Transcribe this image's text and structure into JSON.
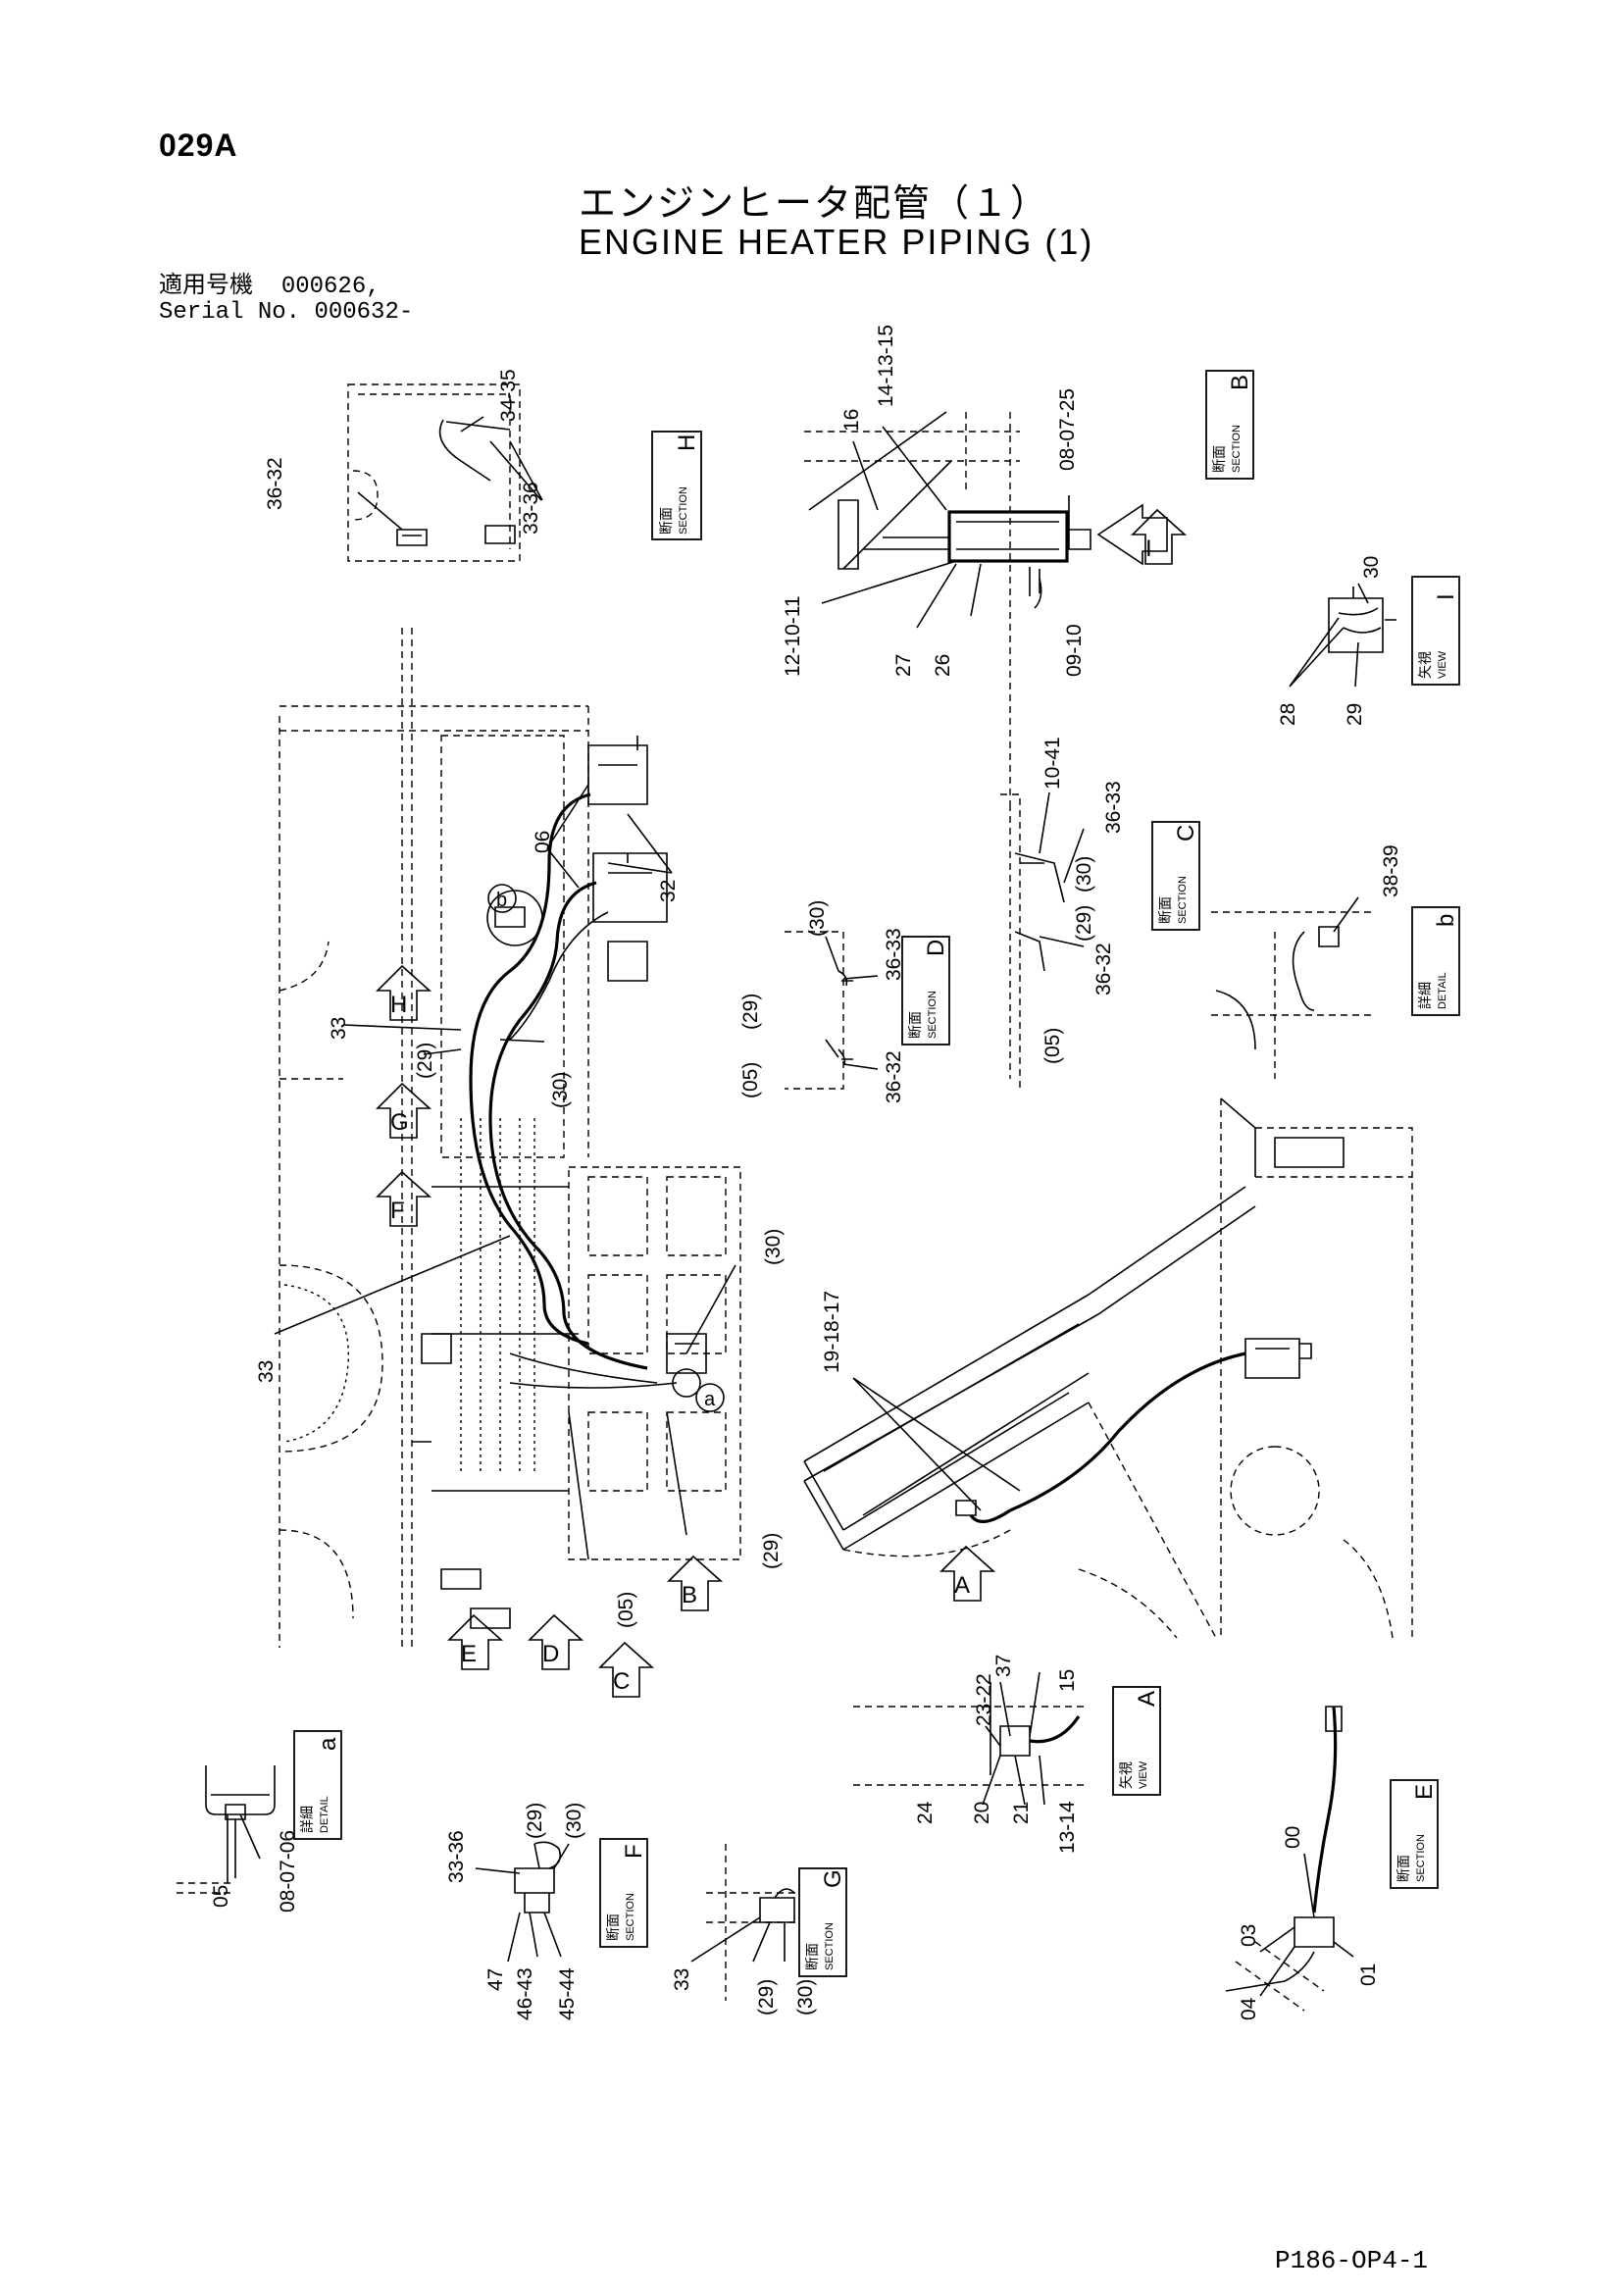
{
  "page_id": "029A",
  "title_jp": "エンジンヒータ配管（１）",
  "title_en": "ENGINE HEATER PIPING (1)",
  "serial": {
    "label_jp": "適用号機",
    "value_jp": "000626,",
    "label_en": "Serial No.",
    "value_en": "000632-"
  },
  "drawing_no": "P186-OP4-1",
  "boxes": {
    "H": {
      "jp": "断面",
      "en": "SECTION",
      "letter": "H"
    },
    "B": {
      "jp": "断面",
      "en": "SECTION",
      "letter": "B"
    },
    "I": {
      "jp": "矢視",
      "en": "VIEW",
      "letter": "I"
    },
    "C": {
      "jp": "断面",
      "en": "SECTION",
      "letter": "C"
    },
    "D": {
      "jp": "断面",
      "en": "SECTION",
      "letter": "D"
    },
    "b": {
      "jp": "詳細",
      "en": "DETAIL",
      "letter": "b"
    },
    "A": {
      "jp": "矢視",
      "en": "VIEW",
      "letter": "A"
    },
    "a": {
      "jp": "詳細",
      "en": "DETAIL",
      "letter": "a"
    },
    "F": {
      "jp": "断面",
      "en": "SECTION",
      "letter": "F"
    },
    "G": {
      "jp": "断面",
      "en": "SECTION",
      "letter": "G"
    },
    "E": {
      "jp": "断面",
      "en": "SECTION",
      "letter": "E"
    }
  },
  "view_arrows": [
    "H",
    "G",
    "F",
    "E",
    "D",
    "C",
    "B",
    "A",
    "I"
  ],
  "circle_labels": [
    "a",
    "b"
  ],
  "callouts": {
    "h_top": "34-35",
    "h_left": "36-32",
    "h_mid": "33-36",
    "b_16": "16",
    "b_top": "14-13-15",
    "b_right": "08-07-25",
    "b_left": "12-10-11",
    "b_27": "27",
    "b_26": "26",
    "b_bot": "09-10",
    "i_30": "30",
    "i_28": "28",
    "i_29": "29",
    "m_06": "06",
    "m_32": "32",
    "m_33a": "33",
    "m_29a": "(29)",
    "m_30a": "(30)",
    "m_30b": "(30)",
    "m_33b": "33",
    "m_29b": "(29)",
    "m_05": "(05)",
    "d_30": "(30)",
    "d_36a": "36-33",
    "d_29": "(29)",
    "d_05": "(05)",
    "d_36b": "36-32",
    "c_10": "10-41",
    "c_36": "36-33",
    "c_30": "(30)",
    "c_29": "(29)",
    "c_36b": "36-32",
    "c_05": "(05)",
    "db_38": "38-39",
    "a_17": "19-18-17",
    "va_37": "37",
    "va_15": "15",
    "va_23": "23-22",
    "va_24": "24",
    "va_20": "20",
    "va_21": "21",
    "va_13": "13-14",
    "da_05": "05",
    "da_08": "08-07-06",
    "f_33": "33-36",
    "f_29": "(29)",
    "f_30": "(30)",
    "f_47": "47",
    "f_46": "46-43",
    "f_45": "45-44",
    "g_33": "33",
    "g_29": "(29)",
    "g_30": "(30)",
    "e_00": "00",
    "e_03": "03",
    "e_04": "04",
    "e_01": "01"
  }
}
